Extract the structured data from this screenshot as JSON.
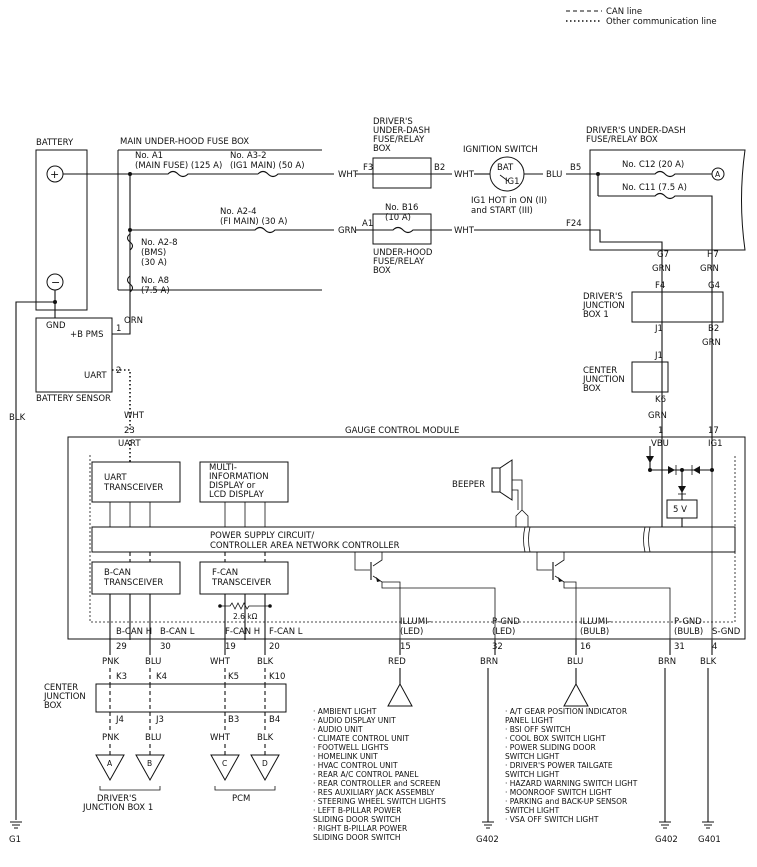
{
  "legend": {
    "can_line": "CAN line",
    "other_line": "Other communication line"
  },
  "battery": {
    "title": "BATTERY",
    "plus": "+",
    "minus": "−"
  },
  "battery_sensor": {
    "title": "BATTERY SENSOR",
    "gnd": "GND",
    "bpms": "+B PMS",
    "uart": "UART",
    "pin1": "1",
    "pin2": "2"
  },
  "main_fuse_box": {
    "title": "MAIN UNDER-HOOD FUSE BOX",
    "a1": [
      "No. A1",
      "(MAIN FUSE) (125 A)"
    ],
    "a32": [
      "No. A3-2",
      "(IG1 MAIN) (50 A)"
    ],
    "a24": [
      "No. A2-4",
      "(FI MAIN) (30 A)"
    ],
    "a28": [
      "No. A2-8",
      "(BMS)",
      "(30 A)"
    ],
    "a8": [
      "No. A8",
      "(7.5 A)"
    ]
  },
  "dash_relay_box_left": {
    "title": [
      "DRIVER'S",
      "UNDER-DASH",
      "FUSE/RELAY",
      "BOX"
    ],
    "f3": "F3",
    "b2": "B2"
  },
  "underhood_relay_box": {
    "title": [
      "UNDER-HOOD",
      "FUSE/RELAY",
      "BOX"
    ],
    "a1": "A1",
    "b16": [
      "No. B16",
      "(10 A)"
    ]
  },
  "ignition_switch": {
    "title": "IGNITION SWITCH",
    "bat": "BAT",
    "ig1": "IG1",
    "note": [
      "IG1 HOT in ON (II)",
      "and START (III)"
    ]
  },
  "dash_relay_box_right": {
    "title": [
      "DRIVER'S UNDER-DASH",
      "FUSE/RELAY BOX"
    ],
    "b5": "B5",
    "f24": "F24",
    "g7": "G7",
    "h7": "H7",
    "c12": "No. C12 (20 A)",
    "c11": "No. C11 (7.5 A)",
    "conn_a": "A"
  },
  "wire_colors": {
    "wht": "WHT",
    "blu": "BLU",
    "grn": "GRN",
    "orn": "ORN",
    "blk": "BLK",
    "pnk": "PNK",
    "red": "RED",
    "brn": "BRN"
  },
  "jb1": {
    "title": [
      "DRIVER'S",
      "JUNCTION",
      "BOX 1"
    ],
    "f4": "F4",
    "g4": "G4",
    "j1": "J1",
    "b2": "B2"
  },
  "center_jb_top": {
    "title": [
      "CENTER",
      "JUNCTION",
      "BOX"
    ],
    "j1": "J1",
    "k6": "K6"
  },
  "gcm": {
    "title": "GAUGE CONTROL MODULE",
    "uart": "UART",
    "pin23": "23",
    "vbu": "VBU",
    "pin1": "1",
    "ig1": "IG1",
    "pin17": "17",
    "uart_transceiver": [
      "UART",
      "TRANSCEIVER"
    ],
    "mid": [
      "MULTI-",
      "INFORMATION",
      "DISPLAY or",
      "LCD DISPLAY"
    ],
    "beeper": "BEEPER",
    "five_v": "5 V",
    "power_supply": [
      "POWER SUPPLY CIRCUIT/",
      "CONTROLLER AREA NETWORK CONTROLLER"
    ],
    "bcan": [
      "B-CAN",
      "TRANSCEIVER"
    ],
    "fcan": [
      "F-CAN",
      "TRANSCEIVER"
    ],
    "resistor": "2.6 kΩ",
    "pins": [
      {
        "label": "B-CAN H",
        "num": "29"
      },
      {
        "label": "B-CAN L",
        "num": "30"
      },
      {
        "label": "F-CAN H",
        "num": "19"
      },
      {
        "label": "F-CAN L",
        "num": "20"
      },
      {
        "label": [
          "ILLUMI–",
          "(LED)"
        ],
        "num": "15"
      },
      {
        "label": [
          "P-GND",
          "(LED)"
        ],
        "num": "32"
      },
      {
        "label": [
          "ILLUMI–",
          "(BULB)"
        ],
        "num": "16"
      },
      {
        "label": [
          "P-GND",
          "(BULB)"
        ],
        "num": "31"
      },
      {
        "label": "S-GND",
        "num": "4"
      }
    ]
  },
  "center_jb_bottom": {
    "title": [
      "CENTER",
      "JUNCTION",
      "BOX"
    ],
    "top_pins": [
      "K3",
      "K4",
      "K5",
      "K10"
    ],
    "bottom_pins": [
      "J4",
      "J3",
      "B3",
      "B4"
    ]
  },
  "connectors": {
    "a": "A",
    "b": "B",
    "c": "C",
    "d": "D",
    "jb1_label": [
      "DRIVER'S",
      "JUNCTION BOX 1"
    ],
    "pcm": "PCM"
  },
  "led_list": [
    "· AMBIENT LIGHT",
    "· AUDIO DISPLAY UNIT",
    "· AUDIO UNIT",
    "· CLIMATE CONTROL UNIT",
    "· FOOTWELL LIGHTS",
    "· HOMELINK UNIT",
    "· HVAC CONTROL UNIT",
    "· REAR A/C CONTROL PANEL",
    "· REAR CONTROLLER and SCREEN",
    "· RES AUXILIARY JACK ASSEMBLY",
    "· STEERING WHEEL SWITCH LIGHTS",
    "· LEFT B-PILLAR POWER",
    "  SLIDING DOOR SWITCH",
    "· RIGHT B-PILLAR POWER",
    "  SLIDING DOOR SWITCH"
  ],
  "bulb_list": [
    "· A/T GEAR POSITION INDICATOR",
    "  PANEL LIGHT",
    "· BSI OFF SWITCH",
    "· COOL BOX SWITCH LIGHT",
    "· POWER SLIDING DOOR",
    "  SWITCH LIGHT",
    "· DRIVER'S POWER TAILGATE",
    "  SWITCH LIGHT",
    "· HAZARD WARNING SWITCH LIGHT",
    "· MOONROOF SWITCH LIGHT",
    "· PARKING and BACK-UP SENSOR",
    "  SWITCH LIGHT",
    "· VSA OFF SWITCH LIGHT"
  ],
  "grounds": {
    "g1": "G1",
    "g402a": "G402",
    "g402b": "G402",
    "g401": "G401"
  }
}
